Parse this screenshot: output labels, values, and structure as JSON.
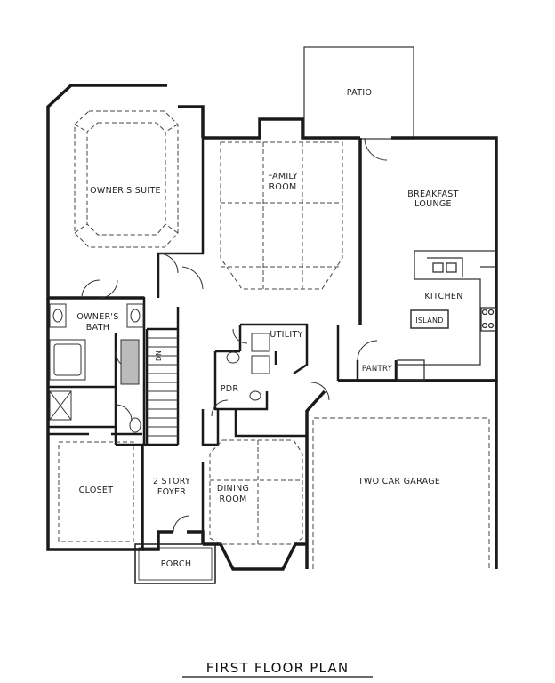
{
  "title": "FIRST FLOOR PLAN",
  "rooms": {
    "patio": "PATIO",
    "owners_suite": "OWNER'S SUITE",
    "family_room_1": "FAMILY",
    "family_room_2": "ROOM",
    "breakfast_1": "BREAKFAST",
    "breakfast_2": "LOUNGE",
    "owners_bath_1": "OWNER'S",
    "owners_bath_2": "BATH",
    "kitchen": "KITCHEN",
    "island": "ISLAND",
    "utility": "UTILITY",
    "pantry": "PANTRY",
    "pdr": "PDR",
    "closet": "CLOSET",
    "foyer_1": "2 STORY",
    "foyer_2": "FOYER",
    "dining_1": "DINING",
    "dining_2": "ROOM",
    "garage": "TWO CAR GARAGE",
    "porch": "PORCH",
    "stair_mark": "DN"
  },
  "colors": {
    "wall": "#1a1a1a",
    "line": "#333333",
    "background": "#ffffff"
  }
}
